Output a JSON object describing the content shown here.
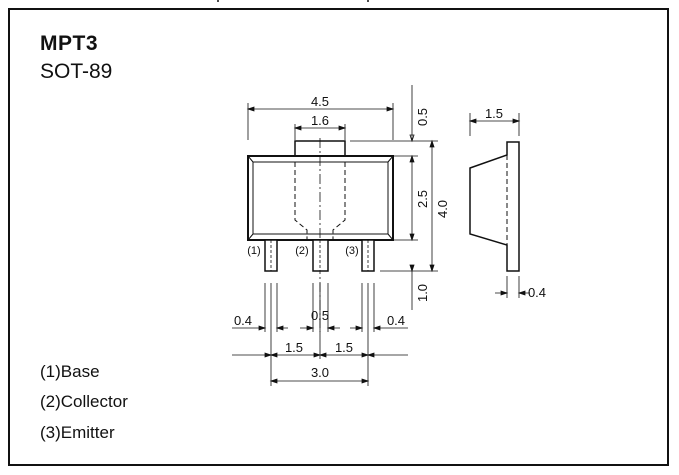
{
  "header": {
    "part_name": "MPT3",
    "package": "SOT-89"
  },
  "dimensions": {
    "body_width": "4.5",
    "tab_width": "1.6",
    "tab_height": "0.5",
    "body_height": "2.5",
    "total_height": "4.0",
    "lead_length": "1.0",
    "side_thickness": "1.5",
    "lead_thickness": "0.4",
    "lead_width_left": "0.4",
    "lead_width_center": "0.5",
    "lead_width_right": "0.4",
    "pitch_left": "1.5",
    "pitch_right": "1.5",
    "lead_span": "3.0"
  },
  "pin_markers": [
    "(1)",
    "(2)",
    "(3)"
  ],
  "pins": [
    {
      "label": "(1)Base"
    },
    {
      "label": "(2)Collector"
    },
    {
      "label": "(3)Emitter"
    }
  ]
}
